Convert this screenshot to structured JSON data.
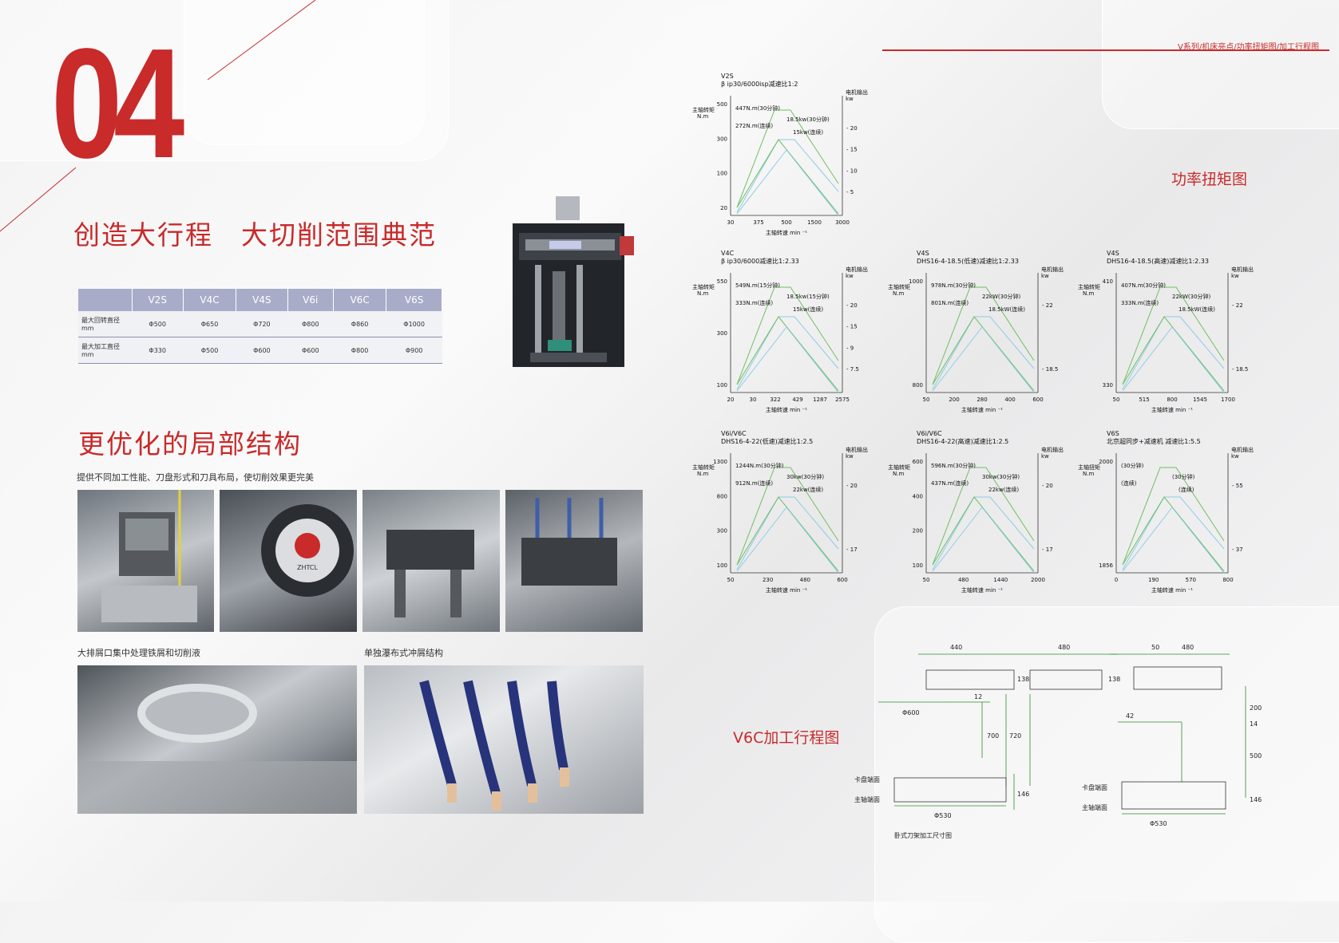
{
  "page_number": "04",
  "header": {
    "breadcrumb": "V系列/机床亮点/功率扭矩图/加工行程图"
  },
  "section1": {
    "title": "创造大行程　大切削范围典范",
    "table": {
      "headers": [
        "V2S",
        "V4C",
        "V4S",
        "V6i",
        "V6C",
        "V6S"
      ],
      "rows": [
        {
          "label": "最大回转直径mm",
          "values": [
            "Φ500",
            "Φ650",
            "Φ720",
            "Φ800",
            "Φ860",
            "Φ1000"
          ]
        },
        {
          "label": "最大加工直径mm",
          "values": [
            "Φ330",
            "Φ500",
            "Φ600",
            "Φ600",
            "Φ800",
            "Φ900"
          ]
        }
      ]
    }
  },
  "section2": {
    "title": "更优化的局部结构",
    "subtitle": "提供不同加工性能、刀盘形式和刀具布局，使切削效果更完美",
    "caption_left": "大排屑口集中处理铁屑和切削液",
    "caption_right": "单独瀑布式冲屑结构",
    "brand_logo_text": "ZHTCL"
  },
  "power_torque_title": "功率扭矩图",
  "stroke_title": "V6C加工行程图",
  "charts": [
    {
      "model": "V2S",
      "spec": "β ip30/6000isp减速比1:2",
      "ylabel": "主轴转矩\nN.m",
      "y2label": "电机输出\nkw",
      "xticks": [
        "30",
        "375",
        "500",
        "1500",
        "3000"
      ],
      "yticks": [
        "500",
        "300",
        "100",
        "20"
      ],
      "y2ticks": [
        "20",
        "15",
        "10",
        "5"
      ],
      "anno": [
        "447N.m(30分钟)",
        "272N.m(连续)",
        "18.5kw(30分钟)",
        "15kw(连续)"
      ],
      "xlabel": "主轴转速 min ⁻¹"
    },
    {
      "model": "V4C",
      "spec": "β ip30/6000减速比1:2.33",
      "ylabel": "主轴转矩\nN.m",
      "y2label": "电机输出\nkw",
      "xticks": [
        "20",
        "30",
        "322",
        "429",
        "1287",
        "2575"
      ],
      "yticks": [
        "550",
        "300",
        "100"
      ],
      "y2ticks": [
        "20",
        "15",
        "9",
        "7.5"
      ],
      "anno": [
        "549N.m(15分钟)",
        "333N.m(连续)",
        "18.5kw(15分钟)",
        "15kw(连续)"
      ],
      "xlabel": "主轴转速 min ⁻¹"
    },
    {
      "model": "V4S",
      "spec": "DHS16-4-18.5(低速)减速比1:2.33",
      "ylabel": "主轴转矩\nN.m",
      "y2label": "电机输出\nkw",
      "xticks": [
        "50",
        "200",
        "280",
        "400",
        "600"
      ],
      "yticks": [
        "1000",
        "800"
      ],
      "y2ticks": [
        "22",
        "18.5"
      ],
      "anno": [
        "978N.m(30分钟)",
        "801N.m(连续)",
        "22kW(30分钟)",
        "18.5kW(连续)"
      ],
      "xlabel": "主轴转速 min ⁻¹"
    },
    {
      "model": "V4S",
      "spec": "DHS16-4-18.5(高速)减速比1:2.33",
      "ylabel": "主轴转矩\nN.m",
      "y2label": "电机输出\nkw",
      "xticks": [
        "50",
        "515",
        "800",
        "1545",
        "1700"
      ],
      "yticks": [
        "410",
        "330"
      ],
      "y2ticks": [
        "22",
        "18.5"
      ],
      "anno": [
        "407N.m(30分钟)",
        "333N.m(连续)",
        "22kW(30分钟)",
        "18.5kW(连续)"
      ],
      "xlabel": "主轴转速 min ⁻¹"
    },
    {
      "model": "V6i/V6C",
      "spec": "DHS16-4-22(低速)减速比1:2.5",
      "ylabel": "主轴转矩\nN.m",
      "y2label": "电机输出\nkw",
      "xticks": [
        "50",
        "230",
        "480",
        "600"
      ],
      "yticks": [
        "1300",
        "800",
        "300",
        "100"
      ],
      "y2ticks": [
        "20",
        "17"
      ],
      "anno": [
        "1244N.m(30分钟)",
        "912N.m(连续)",
        "30kw(30分钟)",
        "22kw(连续)"
      ],
      "xlabel": "主轴转速 min ⁻¹"
    },
    {
      "model": "V6i/V6C",
      "spec": "DHS16-4-22(高速)减速比1:2.5",
      "ylabel": "主轴转矩\nN.m",
      "y2label": "电机输出\nkw",
      "xticks": [
        "50",
        "480",
        "1440",
        "2000"
      ],
      "yticks": [
        "600",
        "400",
        "200",
        "100"
      ],
      "y2ticks": [
        "20",
        "17"
      ],
      "anno": [
        "596N.m(30分钟)",
        "437N.m(连续)",
        "30kw(30分钟)",
        "22kw(连续)"
      ],
      "xlabel": "主轴转速 min ⁻¹"
    },
    {
      "model": "V6S",
      "spec": "北京超同步+减速机 减速比1:5.5",
      "ylabel": "主轴扭矩\nN.m",
      "y2label": "电机输出\nkw",
      "xticks": [
        "0",
        "190",
        "570",
        "800"
      ],
      "yticks": [
        "2000",
        "1856"
      ],
      "y2ticks": [
        "55",
        "37"
      ],
      "anno": [
        "(30分钟)",
        "(连续)",
        "(30分钟)",
        "(连续)"
      ],
      "xlabel": "主轴转速 min ⁻¹"
    }
  ],
  "drawing": {
    "left": {
      "dims": [
        "440",
        "480",
        "138",
        "138",
        "12",
        "Φ600",
        "700",
        "720",
        "146",
        "Φ530"
      ],
      "labels": [
        "卡盘端面",
        "主轴端面"
      ],
      "caption": "卧式刀架加工尺寸图"
    },
    "right": {
      "dims": [
        "50",
        "480",
        "200",
        "14",
        "42",
        "500",
        "146",
        "Φ530"
      ],
      "labels": [
        "卡盘端面",
        "主轴端面"
      ]
    }
  }
}
